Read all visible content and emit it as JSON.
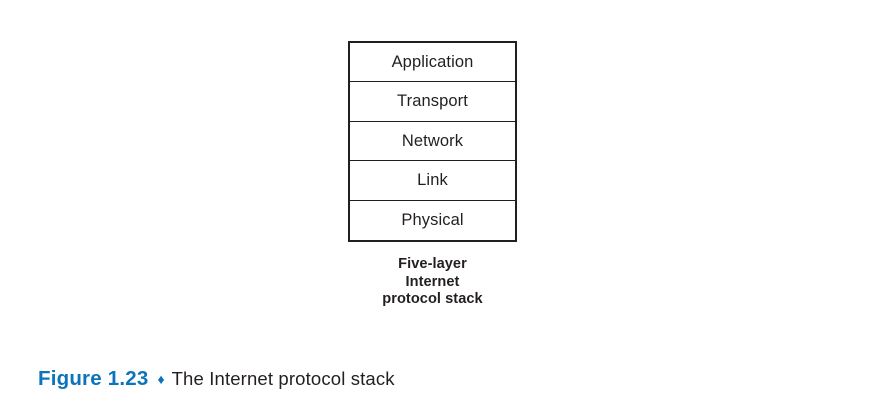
{
  "page": {
    "background_color": "#FFFFFF",
    "accent_color": "#0C74BB",
    "ink_color": "#231F20"
  },
  "diagram": {
    "type": "layered-stack",
    "title": "Internet protocol stack",
    "layers": [
      {
        "name": "Application"
      },
      {
        "name": "Transport"
      },
      {
        "name": "Network"
      },
      {
        "name": "Link"
      },
      {
        "name": "Physical"
      }
    ],
    "caption_lines": [
      "Five-layer",
      "Internet",
      "protocol stack"
    ]
  },
  "figure_caption": {
    "label": "Figure 1.23",
    "separator": "♦",
    "text": "The Internet protocol stack"
  }
}
